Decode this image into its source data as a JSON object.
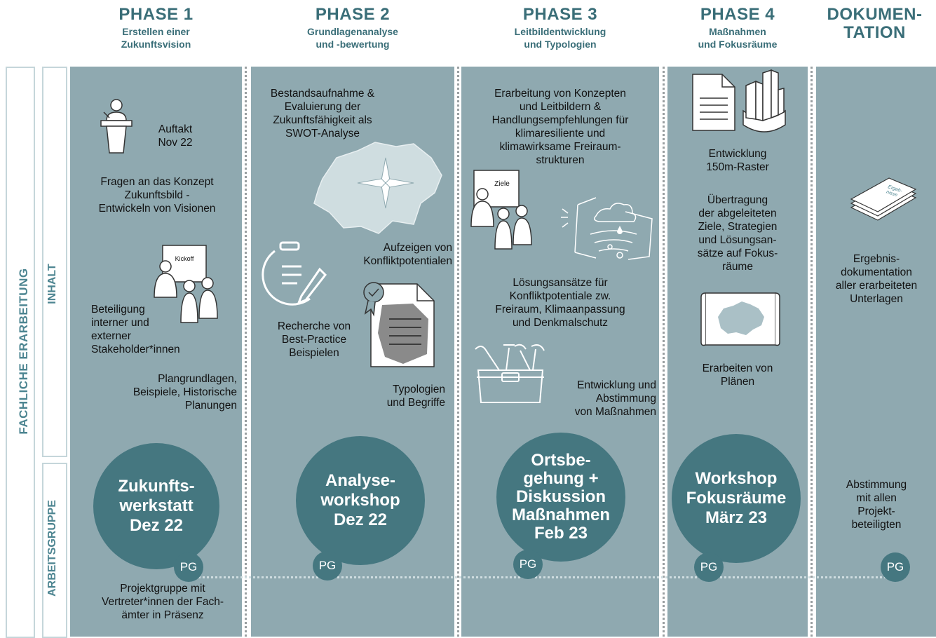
{
  "phases": [
    {
      "title": "PHASE 1",
      "subtitle": "Erstellen einer\nZukunftsvision"
    },
    {
      "title": "PHASE 2",
      "subtitle": "Grundlagenanalyse\nund -bewertung"
    },
    {
      "title": "PHASE 3",
      "subtitle": "Leitbildentwicklung\nund Typologien"
    },
    {
      "title": "PHASE 4",
      "subtitle": "Maßnahmen\nund Fokusräume"
    },
    {
      "title": "DOKUMEN-\nTATION",
      "subtitle": ""
    }
  ],
  "side_labels": {
    "outer": "FACHLICHE ERARBEITUNG",
    "inhalt": "INHALT",
    "arbeitsgruppe": "ARBEITSGRUPPE"
  },
  "phase1": {
    "auftakt": "Auftakt\nNov 22",
    "fragen": "Fragen an das Konzept\nZukunftsbild -\nEntwickeln von Visionen",
    "kickoff": "Kickoff",
    "beteiligung": "Beteiligung\ninterner und\nexterner\nStakeholder*innen",
    "plangrundlagen": "Plangrundlagen,\nBeispiele, Historische\nPlanungen",
    "circle": "Zukunfts-\nwerkstatt\nDez 22",
    "projektgruppe": "Projektgruppe mit\nVertreter*innen der Fach-\nämter in Präsenz"
  },
  "phase2": {
    "bestand": "Bestandsaufnahme &\nEvaluierung der\nZukunftsfähigkeit als\nSWOT-Analyse",
    "konflikt": "Aufzeigen von\nKonfliktpotentialen",
    "recherche": "Recherche von\nBest-Practice\nBeispielen",
    "typologien": "Typologien\nund Begriffe",
    "circle": "Analyse-\nworkshop\nDez 22"
  },
  "phase3": {
    "erarbeitung": "Erarbeitung von Konzepten\nund Leitbildern &\nHandlungsempfehlungen für\nklimaresiliente und\nklimawirksame Freiraum-\nstrukturen",
    "ziele": "Ziele",
    "loesung": "Lösungsansätze für\nKonfliktpotentiale zw.\nFreiraum, Klimaanpassung\nund Denkmalschutz",
    "entwicklung": "Entwicklung und\nAbstimmung\nvon Maßnahmen",
    "circle": "Ortsbe-\ngehung +\nDiskussion\nMaßnahmen\nFeb 23"
  },
  "phase4": {
    "raster": "Entwicklung\n150m-Raster",
    "uebertragung": "Übertragung\nder abgeleiteten\nZiele, Strategien\nund Lösungsan-\nsätze auf Fokus-\nräume",
    "plaene": "Erarbeiten von\nPlänen",
    "circle": "Workshop\nFokusräume\nMärz 23"
  },
  "doku": {
    "stack_label": "Ergeb-\nnisse",
    "ergebnis": "Ergebnis-\ndokumentation\naller erarbeiteten\nUnterlagen",
    "abstimmung": "Abstimmung\nmit allen\nProjekt-\nbeteiligten"
  },
  "pg_label": "PG",
  "colors": {
    "heading": "#3a6e78",
    "column": "#8fa9b0",
    "circle": "#457780",
    "side_label": "#4d8591"
  }
}
